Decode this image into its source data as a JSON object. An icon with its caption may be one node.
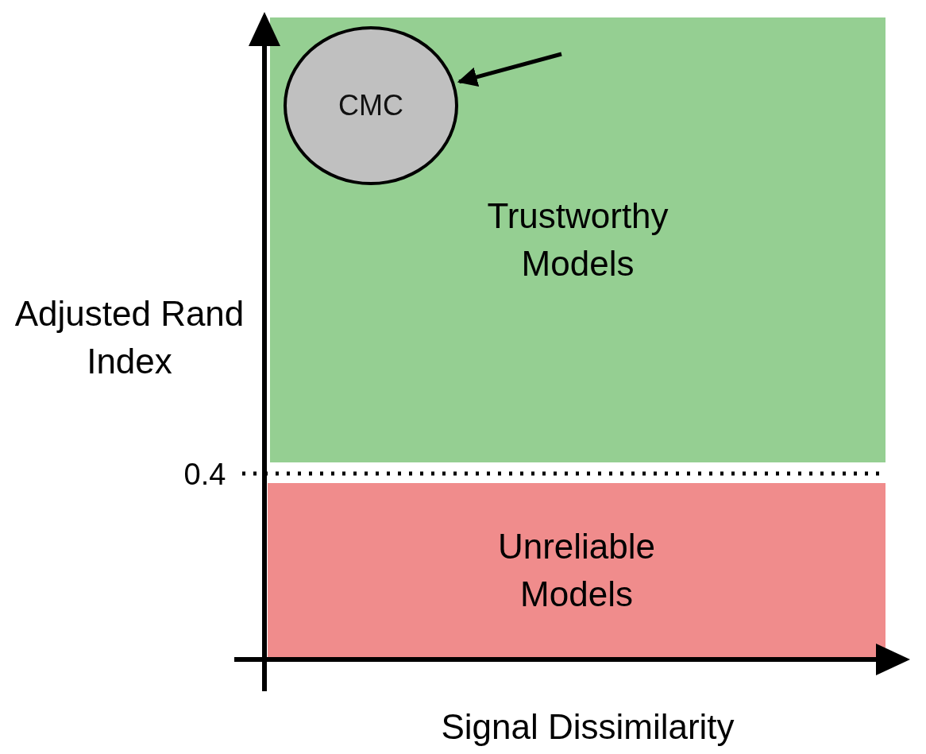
{
  "diagram": {
    "nodes": [
      {
        "text": [
          "Trustworthy Models"
        ]
      },
      {
        "text": [
          "CMC"
        ],
        "in": 0
      },
      {
        "text": [
          "Unreliable Models"
        ]
      }
    ],
    "edges": [
      {
        "from": null,
        "to": 1,
        "arrow": "to"
      }
    ],
    "labels": [
      "Adjusted Rand Index",
      "0.4",
      "Signal Dissimilarity"
    ]
  }
}
